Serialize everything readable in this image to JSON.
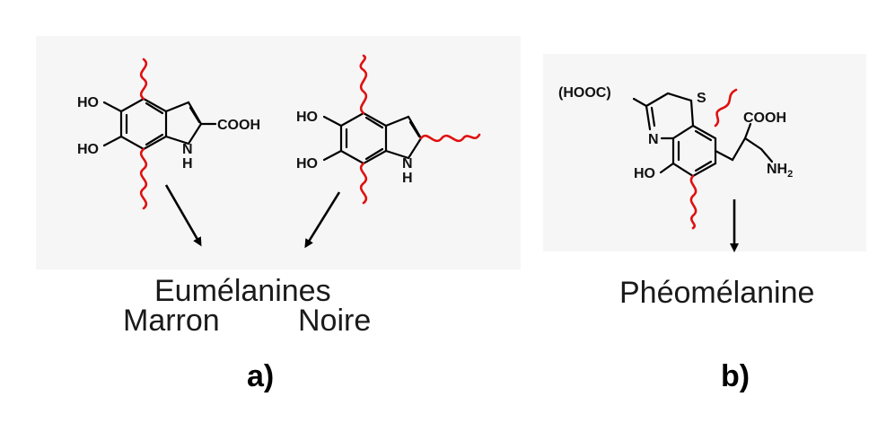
{
  "colors": {
    "wavy_link": "#e01010",
    "bond": "#000000",
    "backdrop": "#f3f3f3"
  },
  "panel_a": {
    "molecule_left": {
      "ho_top": "HO",
      "ho_bottom": "HO",
      "cooh": "COOH",
      "nh": "H",
      "n": "N"
    },
    "molecule_right": {
      "ho_top": "HO",
      "ho_bottom": "HO",
      "nh": "H",
      "n": "N"
    },
    "product": "Eumélanines",
    "sub_left": "Marron",
    "sub_right": "Noire",
    "label": "a)"
  },
  "panel_b": {
    "molecule": {
      "hoooc": "(HOOC)",
      "s": "S",
      "n": "N",
      "ho": "HO",
      "cooh": "COOH",
      "nh2": "NH",
      "nh2_sub": "2"
    },
    "product": "Phéomélanine",
    "label": "b)"
  }
}
